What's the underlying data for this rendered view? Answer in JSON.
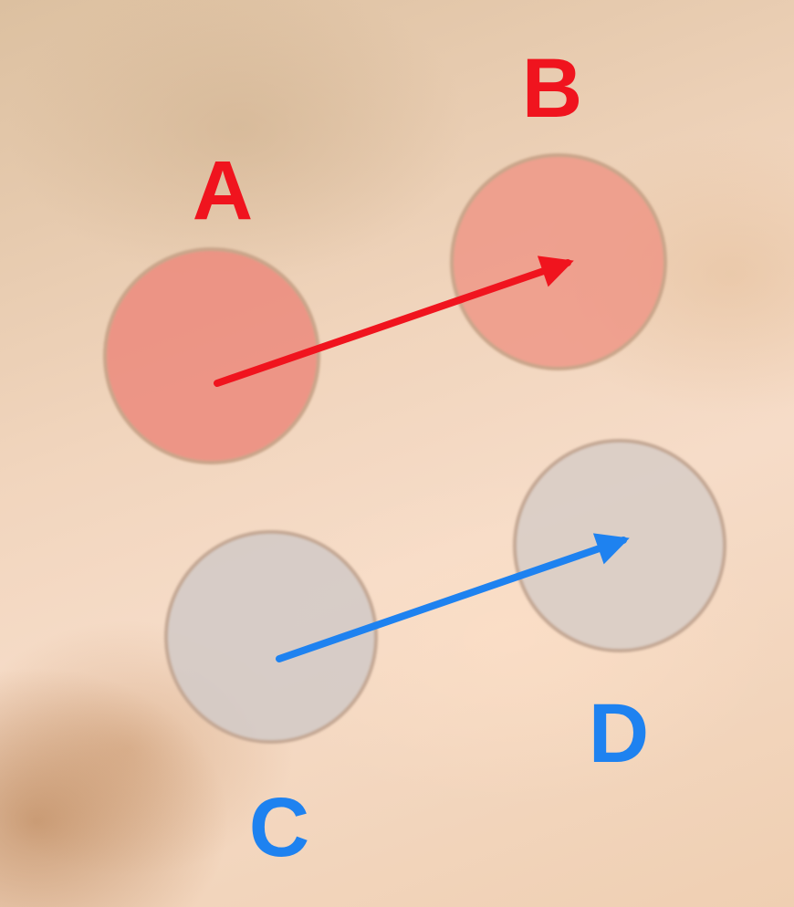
{
  "labels": {
    "a": "A",
    "b": "B",
    "c": "C",
    "d": "D"
  },
  "colors": {
    "red": "#f0141e",
    "blue": "#1e82f0",
    "red_spot": "#ec8a7c",
    "gray_spot": "#d4cbc6",
    "spot_border": "#c9a58a",
    "skin": "#f1d5bd"
  }
}
